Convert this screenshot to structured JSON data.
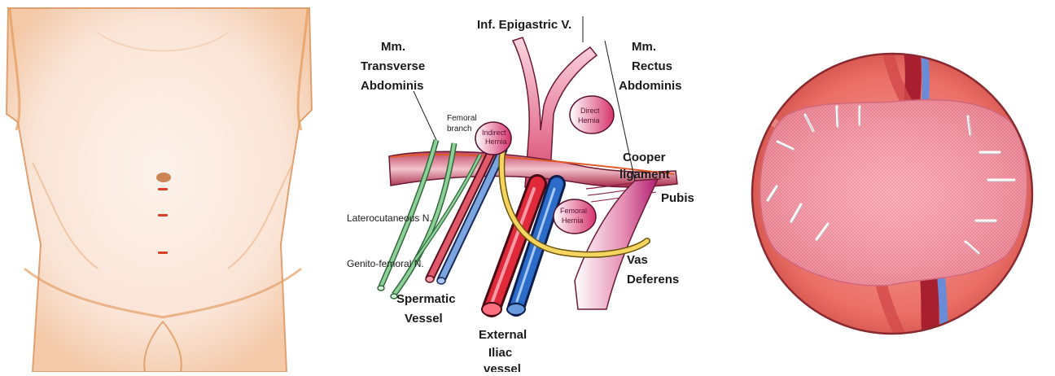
{
  "panels": {
    "abdomen": {
      "port_marks": 3
    },
    "anatomy": {
      "labels": {
        "inf_epigastric": "Inf. Epigastric V.",
        "transverse_1": "Mm.",
        "transverse_2": "Transverse",
        "transverse_3": "Abdominis",
        "rectus_1": "Mm.",
        "rectus_2": "Rectus",
        "rectus_3": "Abdominis",
        "femoral_branch_1": "Femoral",
        "femoral_branch_2": "branch",
        "indirect_1": "Indirect",
        "indirect_2": "Hernia",
        "direct_1": "Direct",
        "direct_2": "Hernia",
        "cooper_1": "Cooper",
        "cooper_2": "ligament",
        "pubis": "Pubis",
        "femoral_hernia_1": "Femoral",
        "femoral_hernia_2": "Hernia",
        "laterocutaneous": "Laterocutaneous N.",
        "genito_femoral": "Genito-femoral N.",
        "spermatic_1": "Spermatic",
        "spermatic_2": "Vessel",
        "external_1": "External",
        "external_2": "Iliac",
        "external_3": "vessel",
        "vas_1": "Vas",
        "vas_2": "Deferens"
      }
    },
    "mesh": {
      "tacks": 12
    }
  },
  "colors": {
    "skin": "#fbe8dc",
    "skin_outline": "#d9833e",
    "port_mark": "#d9402a",
    "muscle": "#b3304a",
    "artery": "#d9293b",
    "vein": "#2e6fc0",
    "nerve": "#3a8a4a",
    "vas": "#e8c64a",
    "hernia_sac": "#e79ab2",
    "mesh": "#f08d9c"
  }
}
